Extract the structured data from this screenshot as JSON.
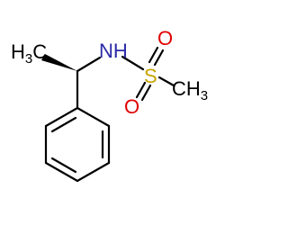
{
  "molecule": {
    "atoms": {
      "ch3_left": {
        "main": "H",
        "sub": "3",
        "tail": "C"
      },
      "nh": {
        "label": "NH"
      },
      "sulfur": {
        "label": "S"
      },
      "oxygen_top": {
        "label": "O"
      },
      "oxygen_bottom": {
        "label": "O"
      },
      "ch3_right": {
        "main": "CH",
        "sub": "3"
      }
    },
    "colors": {
      "bond": "#000000",
      "carbon": "#000000",
      "nitrogen": "#2a2aa8",
      "oxygen": "#e00000",
      "sulfur": "#c8a400"
    }
  }
}
